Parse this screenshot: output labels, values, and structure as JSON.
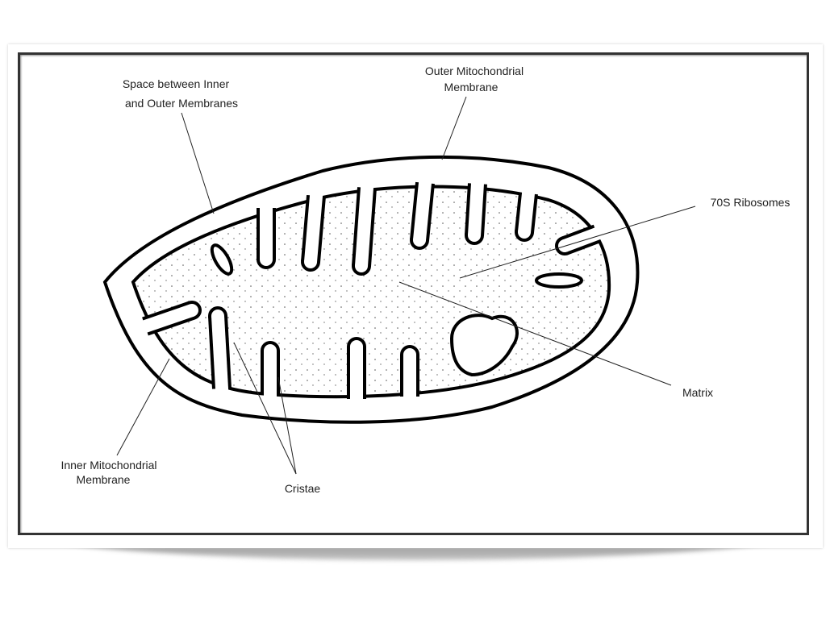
{
  "title": "Mitochondrion diagram",
  "labels": {
    "intermembrane_space": [
      "Space between Inner",
      "and Outer Membranes"
    ],
    "outer_membrane": [
      "Outer Mitochondrial",
      "Membrane"
    ],
    "ribosomes": "70S Ribosomes",
    "matrix": "Matrix",
    "cristae": "Cristae",
    "inner_membrane": [
      "Inner Mitochondrial",
      "Membrane"
    ]
  }
}
